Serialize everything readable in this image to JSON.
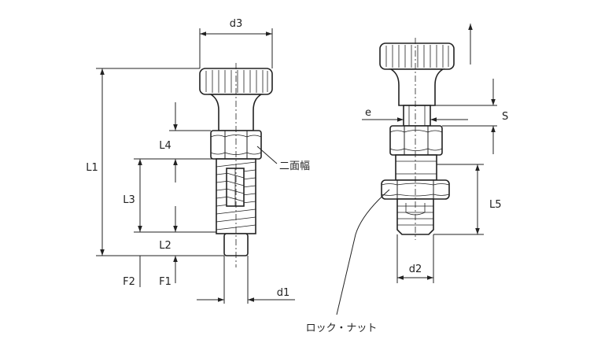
{
  "labels": {
    "d3": "d3",
    "L1": "L1",
    "L4": "L4",
    "L3": "L3",
    "L2": "L2",
    "F1": "F1",
    "F2": "F2",
    "d1": "d1",
    "across_flats": "二面幅",
    "e": "e",
    "S": "S",
    "L5": "L5",
    "d2": "d2",
    "lock_nut": "ロック・ナット"
  },
  "colors": {
    "line": "#222222",
    "background": "#ffffff"
  }
}
